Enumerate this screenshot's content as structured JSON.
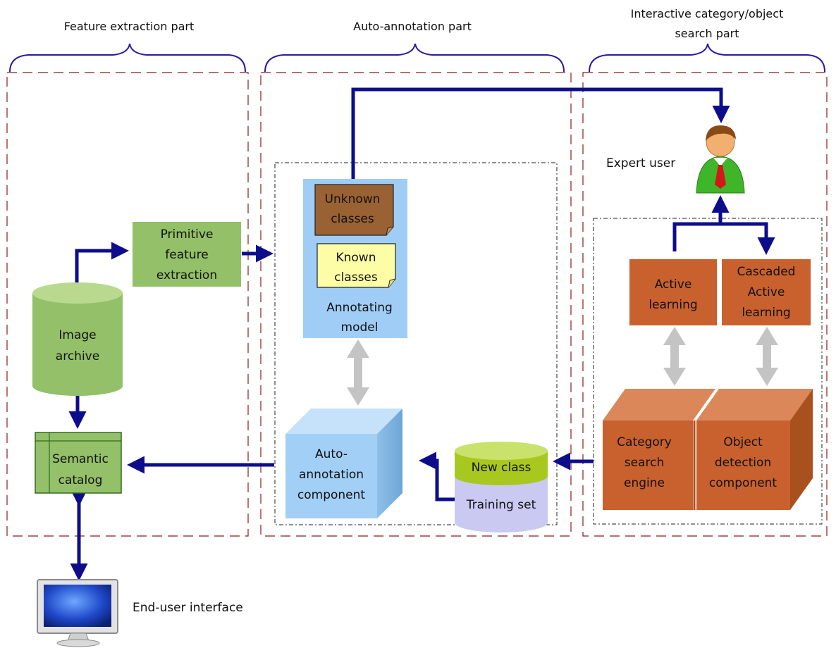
{
  "sections": {
    "feature": "Feature extraction part",
    "auto": "Auto-annotation part",
    "interactive_line1": "Interactive category/object",
    "interactive_line2": "search part"
  },
  "nodes": {
    "image_archive": [
      "Image",
      "archive"
    ],
    "primitive_feature": [
      "Primitive",
      "feature",
      "extraction"
    ],
    "semantic_catalog": [
      "Semantic",
      "catalog"
    ],
    "end_user": "End-user interface",
    "unknown_classes": [
      "Unknown",
      "classes"
    ],
    "known_classes": [
      "Known",
      "classes"
    ],
    "annotating_model": [
      "Annotating",
      "model"
    ],
    "auto_annotation": [
      "Auto-",
      "annotation",
      "component"
    ],
    "new_class": "New class",
    "training_set": "Training set",
    "expert_user": "Expert user",
    "active_learning": [
      "Active",
      "learning"
    ],
    "cascaded_active": [
      "Cascaded",
      "Active",
      "learning"
    ],
    "category_search": [
      "Category",
      "search",
      "engine"
    ],
    "object_detection": [
      "Object",
      "detection",
      "component"
    ]
  },
  "colors": {
    "arrow_blue": "#0d0d8c",
    "arrow_gray": "#c4c4c4",
    "green": "#93c068",
    "green_top": "#b9d98e",
    "blue_box": "#9fcdf6",
    "orange": "#c9612e",
    "section_border": "#8c1a1a",
    "brace": "#2a1aa0"
  }
}
